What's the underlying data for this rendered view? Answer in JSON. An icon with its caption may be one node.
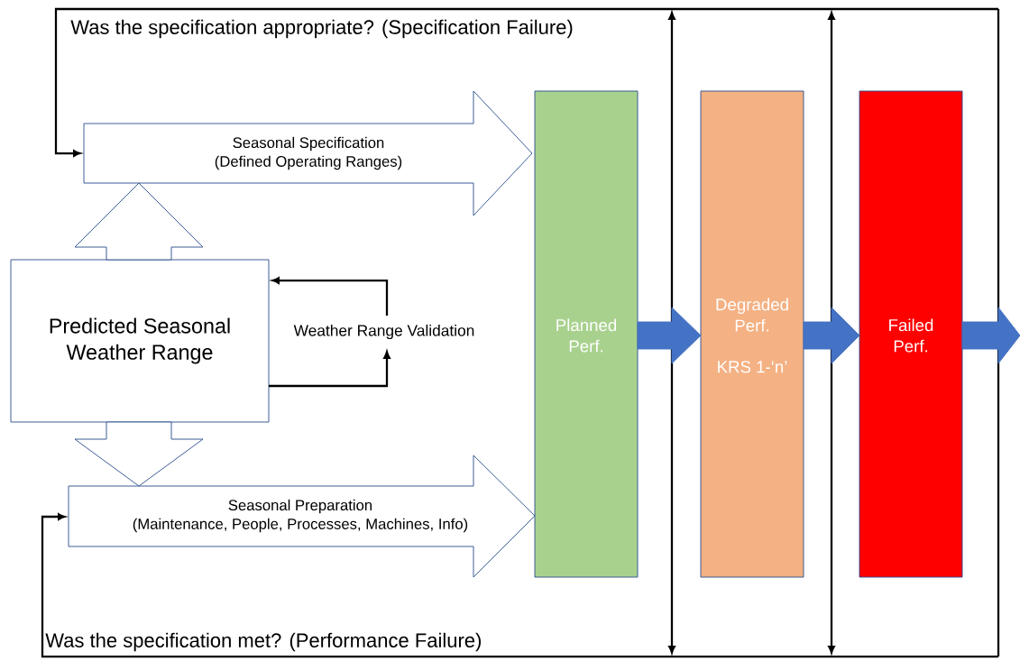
{
  "diagram": {
    "nodes": [
      {
        "text": [
          "Seasonal Specification",
          "(Defined Operating Ranges)"
        ]
      },
      {
        "text": [
          "Predicted Seasonal Weather Range"
        ]
      },
      {
        "text": [
          "Seasonal Preparation",
          "(Maintenance, People, Processes, Machines, Info)"
        ]
      },
      {
        "text": [
          "Weather Range Validation"
        ]
      },
      {
        "text": [
          "Planned Perf."
        ]
      },
      {
        "text": [
          "Degraded Perf.",
          "KRS 1-‘n’"
        ]
      },
      {
        "text": [
          "Failed Perf."
        ]
      }
    ],
    "edges": [
      {
        "from": null,
        "to": 0,
        "arrow": "to"
      },
      {
        "from": null,
        "to": 2,
        "arrow": "to"
      },
      {
        "from": 1,
        "to": 3,
        "arrow": "to"
      },
      {
        "from": 3,
        "to": 1,
        "arrow": "to"
      },
      {
        "from": 1,
        "to": 0,
        "arrow": "to",
        "style": "thick"
      },
      {
        "from": 1,
        "to": 2,
        "arrow": "to",
        "style": "thick"
      },
      {
        "from": 4,
        "to": 5,
        "arrow": "to",
        "style": "thick",
        "color": "#4472c4"
      },
      {
        "from": 5,
        "to": 6,
        "arrow": "to",
        "style": "thick",
        "color": "#4472c4"
      },
      {
        "from": 6,
        "to": null,
        "arrow": "to",
        "style": "thick",
        "color": "#4472c4"
      }
    ],
    "labels": [
      "Was the specification appropriate? (Specification Failure)",
      "Was the specification met? (Performance Failure)"
    ]
  }
}
